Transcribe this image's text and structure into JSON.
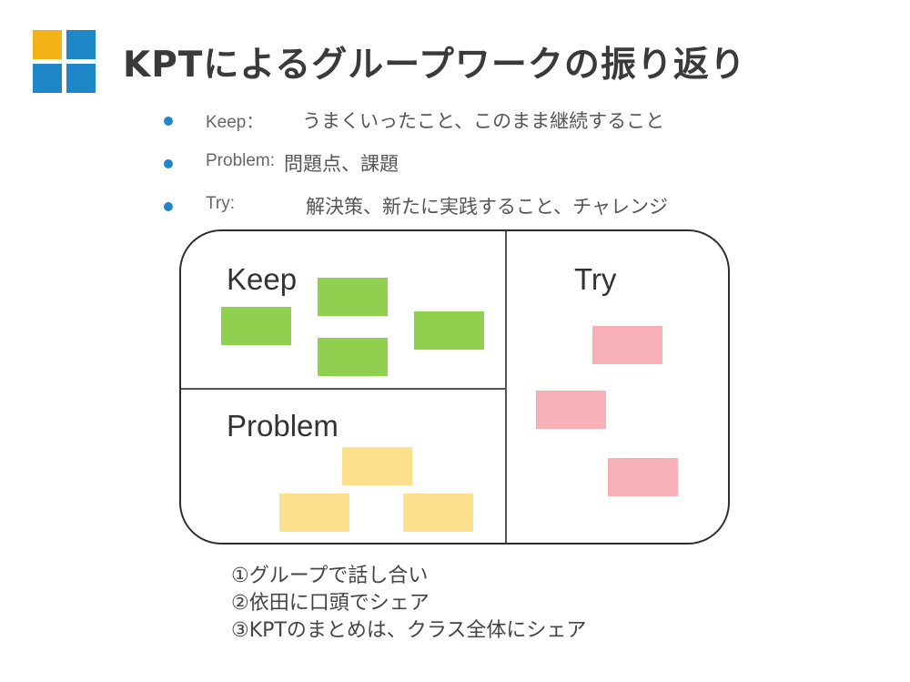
{
  "title": "KPTによるグループワークの振り返り",
  "bullets": [
    {
      "term": "Keep：",
      "desc": "うまくいったこと、このまま継続すること"
    },
    {
      "term": "Problem:",
      "desc": "問題点、課題"
    },
    {
      "term": "Try:",
      "desc": "解決策、新たに実践すること、チャレンジ"
    }
  ],
  "board": {
    "keep_label": "Keep",
    "problem_label": "Problem",
    "try_label": "Try"
  },
  "steps": [
    "①グループで話し合い",
    "②依田に口頭でシェア",
    "③KPTのまとめは、クラス全体にシェア"
  ],
  "colors": {
    "accent_blue": "#1f86c7",
    "accent_yellow": "#f2b317",
    "keep_note": "#8fd14f",
    "problem_note": "#fde08d",
    "try_note": "#f7b0b6"
  }
}
